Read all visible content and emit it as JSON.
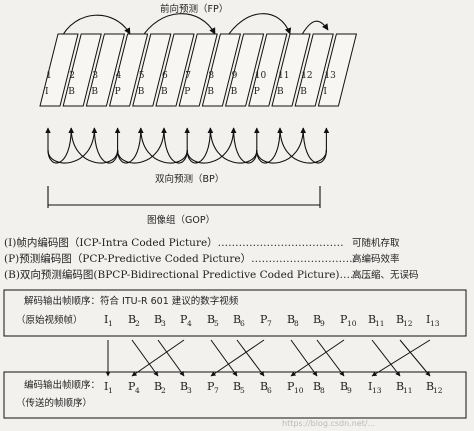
{
  "top": {
    "fp_label": "前向预测（FP）",
    "bp_label": "双向预测（BP）",
    "gop_label": "图像组（GOP）"
  },
  "frames": [
    {
      "num": "1",
      "type": "I"
    },
    {
      "num": "2",
      "type": "B"
    },
    {
      "num": "3",
      "type": "B"
    },
    {
      "num": "4",
      "type": "P"
    },
    {
      "num": "5",
      "type": "B"
    },
    {
      "num": "6",
      "type": "B"
    },
    {
      "num": "7",
      "type": "P"
    },
    {
      "num": "8",
      "type": "B"
    },
    {
      "num": "9",
      "type": "B"
    },
    {
      "num": "10",
      "type": "P"
    },
    {
      "num": "11",
      "type": "B"
    },
    {
      "num": "12",
      "type": "B"
    },
    {
      "num": "13",
      "type": "I"
    }
  ],
  "legend": [
    {
      "left": "(I)帧内编码图（ICP-Intra Coded Picture）………………………………",
      "right": "可随机存取"
    },
    {
      "left": "(P)预测编码图（PCP-Predictive Coded Picture）…………………………",
      "right": "高编码效率"
    },
    {
      "left": "(B)双向预测编码图(BPCP-Bidirectional Predictive Coded Picture)………",
      "right": "高压缩、无误码"
    }
  ],
  "decode": {
    "line1": "解码输出帧顺序：符合 ITU-R 601 建议的数字视频",
    "line2": "（原始视频帧）",
    "frames": [
      {
        "t": "I",
        "s": "1"
      },
      {
        "t": "B",
        "s": "2"
      },
      {
        "t": "B",
        "s": "3"
      },
      {
        "t": "P",
        "s": "4"
      },
      {
        "t": "B",
        "s": "5"
      },
      {
        "t": "B",
        "s": "6"
      },
      {
        "t": "P",
        "s": "7"
      },
      {
        "t": "B",
        "s": "8"
      },
      {
        "t": "B",
        "s": "9"
      },
      {
        "t": "P",
        "s": "10"
      },
      {
        "t": "B",
        "s": "11"
      },
      {
        "t": "B",
        "s": "12"
      },
      {
        "t": "I",
        "s": "13"
      }
    ]
  },
  "encode": {
    "line1": "编码输出帧顺序：",
    "line2": "（传送的帧顺序）",
    "frames": [
      {
        "t": "I",
        "s": "1"
      },
      {
        "t": "P",
        "s": "4"
      },
      {
        "t": "B",
        "s": "2"
      },
      {
        "t": "B",
        "s": "3"
      },
      {
        "t": "P",
        "s": "7"
      },
      {
        "t": "B",
        "s": "5"
      },
      {
        "t": "B",
        "s": "6"
      },
      {
        "t": "P",
        "s": "10"
      },
      {
        "t": "B",
        "s": "8"
      },
      {
        "t": "B",
        "s": "9"
      },
      {
        "t": "I",
        "s": "13"
      },
      {
        "t": "B",
        "s": "11"
      },
      {
        "t": "B",
        "s": "12"
      }
    ]
  },
  "watermark": "https://blog.csdn.net/..."
}
